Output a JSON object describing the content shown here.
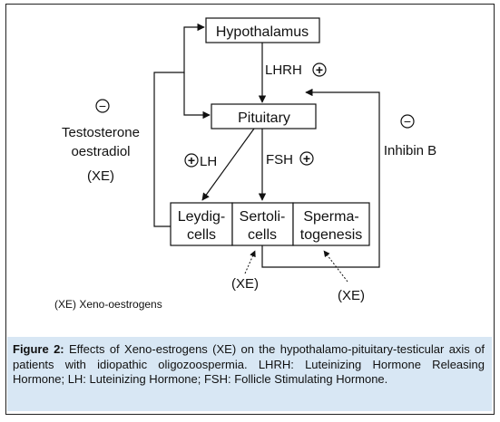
{
  "nodes": {
    "hypothalamus": "Hypothalamus",
    "pituitary": "Pituitary",
    "leydig_line1": "Leydig-",
    "leydig_line2": "cells",
    "sertoli_line1": "Sertoli-",
    "sertoli_line2": "cells",
    "sperm_line1": "Sperma-",
    "sperm_line2": "togenesis"
  },
  "labels": {
    "lhrh": "LHRH",
    "lh": "LH",
    "fsh": "FSH",
    "testosterone": "Testosterone",
    "oestradiol": "oestradiol",
    "xe_left": "(XE)",
    "inhibin": "Inhibin B",
    "xe_bottom_left": "(XE)",
    "xe_bottom_right": "(XE)",
    "legend": "(XE) Xeno-oestrogens"
  },
  "signs": {
    "plus": "+",
    "minus": "−"
  },
  "caption": {
    "label": "Figure 2:",
    "text": " Effects of Xeno-estrogens (XE) on the hypothalamo-pituitary-testicular axis of patients with idiopathic oligozoospermia. LHRH: Luteinizing Hormone Releasing Hormone; LH: Luteinizing Hormone; FSH: Follicle Stimulating Hormone."
  }
}
